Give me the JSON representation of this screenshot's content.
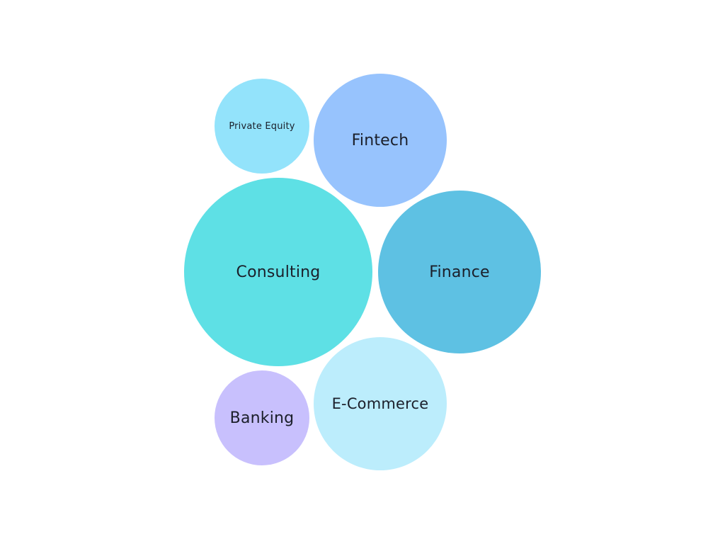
{
  "bubbles": [
    {
      "id": "private-equity",
      "label": "Private Equity",
      "color": "#93e3fb"
    },
    {
      "id": "fintech",
      "label": "Fintech",
      "color": "#97c3fd"
    },
    {
      "id": "consulting",
      "label": "Consulting",
      "color": "#5ee0e5"
    },
    {
      "id": "finance",
      "label": "Finance",
      "color": "#5ec1e3"
    },
    {
      "id": "banking",
      "label": "Banking",
      "color": "#c8c0fd"
    },
    {
      "id": "ecommerce",
      "label": "E-Commerce",
      "color": "#bcedfc"
    }
  ]
}
